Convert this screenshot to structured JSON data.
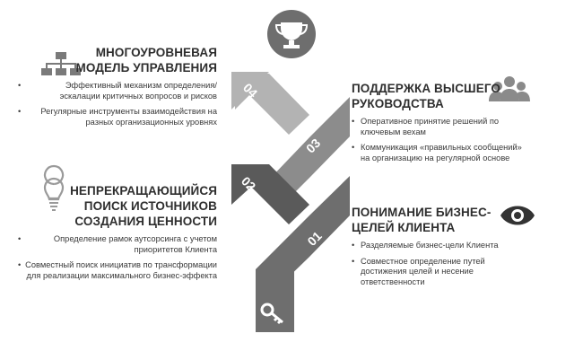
{
  "steps": [
    {
      "num": "01",
      "title": "ПОНИМАНИЕ БИЗНЕС-\nЦЕЛЕЙ КЛИЕНТА",
      "title_lines": [
        "ПОНИМАНИЕ БИЗНЕС-",
        "ЦЕЛЕЙ КЛИЕНТА"
      ],
      "bullets": [
        "Разделяемые бизнес-цели Клиента",
        "Совместное определение путей достижения целей и несение ответственности"
      ],
      "icon": "eye-icon",
      "color": "#6e6e6e"
    },
    {
      "num": "02",
      "title_lines": [
        "НЕПРЕКРАЩАЮЩИЙСЯ",
        "ПОИСК ИСТОЧНИКОВ",
        "СОЗДАНИЯ ЦЕННОСТИ"
      ],
      "bullets": [
        "Определение рамок аутсорсинга с учетом приоритетов Клиента",
        "Совместный поиск инициатив по трансформации для реализации максимального бизнес-эффекта"
      ],
      "icon": "lightbulb-icon",
      "color": "#5a5a5a"
    },
    {
      "num": "03",
      "title_lines": [
        "ПОДДЕРЖКА ВЫСШЕГО",
        "РУКОВОДСТВА"
      ],
      "bullets": [
        "Оперативное принятие решений по ключевым вехам",
        "Коммуникация «правильных сообщений» на организацию на регулярной основе"
      ],
      "icon": "people-group-icon",
      "color": "#8c8c8c"
    },
    {
      "num": "04",
      "title_lines": [
        "МНОГОУРОВНЕВАЯ",
        "МОДЕЛЬ УПРАВЛЕНИЯ"
      ],
      "bullets": [
        "Эффективный механизм определения/эскалации критичных вопросов и рисков",
        "Регулярные инструменты взаимодействия на разных организационных уровнях"
      ],
      "icon": "hierarchy-icon",
      "color": "#b3b3b3"
    }
  ],
  "top_icon": "trophy-icon",
  "bottom_icon": "key-icon"
}
